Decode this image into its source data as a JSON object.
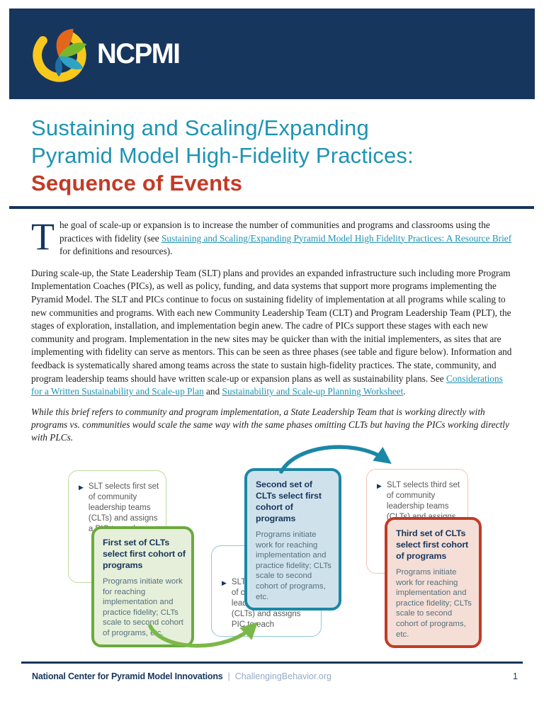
{
  "header": {
    "logo_text": "NCPMI"
  },
  "title": {
    "line1": "Sustaining and Scaling/Expanding",
    "line2": "Pyramid Model High-Fidelity Practices:",
    "line3": "Sequence of Events"
  },
  "intro": {
    "drop_cap": "T",
    "before_link": "he goal of scale-up or expansion is to increase the number of communities and programs and classrooms using the practices with fidelity (see ",
    "link": "Sustaining and Scaling/Expanding Pyramid Model High Fidelity Practices: A Resource Brief",
    "after_link": " for definitions and resources)."
  },
  "body_text": {
    "before_link1": "During scale-up, the State Leadership Team (SLT) plans and provides an expanded infrastructure such including more Program Implementation Coaches (PICs), as well as policy, funding, and data systems that support more programs implementing the Pyramid Model. The SLT and PICs continue to focus on sustaining fidelity of implementation at all programs while scaling to new communities and programs. With each new Community Leadership Team (CLT) and Program Leadership Team (PLT), the stages of exploration, installation, and implementation begin anew. The cadre of PICs support these stages with each new community and program. Implementation in the new sites may be quicker than with the initial implementers, as sites that are implementing with fidelity can serve as mentors. This can be seen as three phases (see table and figure below). Information and feedback is systematically shared among teams across the state to sustain high-fidelity practices. The state, community, and program leadership teams should have written scale-up or expansion plans as well as sustainability plans. See ",
    "link1": "Considerations for a Written Sustainability and Scale-up Plan",
    "between_links": " and ",
    "link2": "Sustainability and Scale-up Planning Worksheet",
    "after_link2": "."
  },
  "note": "While this brief refers to community and program implementation, a State Leadership Team that is working directly with programs vs. communities would scale the same way with the same phases omitting CLTs but having the PICs working directly with PLCs.",
  "diagram": {
    "bullet_glyph": "▶",
    "bullet_boxes": [
      {
        "text": "SLT selects first set of community leadership teams (CLTs) and assigns a PIC to each"
      },
      {
        "text": "SLT selects second set of community leadership teams (CLTs) and assigns PIC to each"
      },
      {
        "text": "SLT selects third set of community leadership teams (CLTs) and assigns PIC to each"
      }
    ],
    "cohort_boxes": [
      {
        "title": "First set of CLTs select first cohort of programs",
        "body": "Programs initiate work for reaching implementation and practice fidelity; CLTs scale to second cohort of programs, etc."
      },
      {
        "title": "Second set of CLTs select first cohort of programs",
        "body": "Programs initiate work for reaching implementation and practice fidelity; CLTs scale to second cohort of programs, etc."
      },
      {
        "title": "Third set of CLTs select first cohort of programs",
        "body": "Programs initiate work for reaching implementation and practice fidelity; CLTs scale to second cohort of programs, etc."
      }
    ]
  },
  "footer": {
    "org": "National Center for Pyramid Model Innovations",
    "separator": "|",
    "site": "ChallengingBehavior.org",
    "page_number": "1"
  },
  "colors": {
    "navy": "#17365d",
    "teal": "#1e93b2",
    "red": "#c23b27",
    "green_border": "#6aaa3f",
    "green_fill": "#e6efd9",
    "blue_border": "#1b87a6",
    "blue_fill": "#cfe2ec",
    "red_fill": "#f4ded6",
    "logo_yellow": "#f8c81c",
    "logo_orange": "#e2671d",
    "logo_green": "#76b82a",
    "logo_teal": "#2ea3c6"
  }
}
